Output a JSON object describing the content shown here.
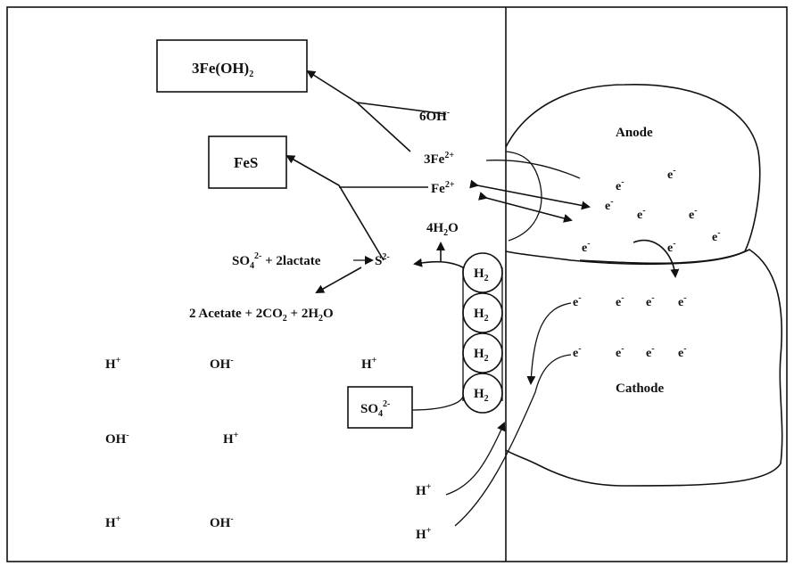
{
  "labels": {
    "fe_oh2_base": "3Fe(OH)",
    "fe_oh2_sub": "2",
    "fes": "FeS",
    "oh6_base": "6OH",
    "oh6_sup": "-",
    "fe3_base": "3Fe",
    "fe3_sup": "2+",
    "fe_base": "Fe",
    "fe_sup": "2+",
    "h2o4_a": "4H",
    "h2o4_sub": "2",
    "h2o4_b": "O",
    "so4_base": "SO",
    "so4_sub": "4",
    "so4_sup": "2-",
    "lactate_text": " + 2lactate",
    "s2_base": "S",
    "s2_sup": "2-",
    "acetate_a": "2 Acetate + 2CO",
    "acetate_sub1": "2",
    "acetate_b": " + 2H",
    "acetate_sub2": "2",
    "acetate_c": "O",
    "anode": "Anode",
    "cathode": "Cathode",
    "h2_base": "H",
    "h2_sub": "2",
    "so4_box_base": "SO",
    "so4_box_sub": "4",
    "so4_box_sup": "2-",
    "electron_base": "e",
    "electron_sup": "-",
    "h_base": "H",
    "h_sup": "+",
    "oh_base": "OH",
    "oh_sup": "-"
  }
}
